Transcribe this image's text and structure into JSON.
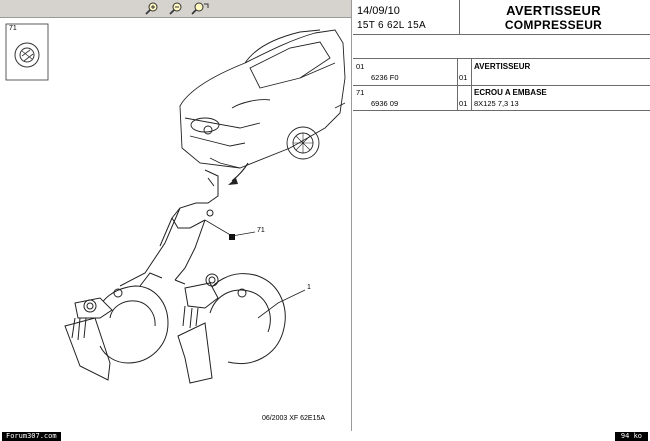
{
  "toolbar": {
    "zoom_in_icon": "zoom-in-icon",
    "zoom_out_icon": "zoom-out-icon",
    "zoom_fit_icon": "zoom-fit-icon"
  },
  "diagram": {
    "inset_label": "71",
    "callout_71": "71",
    "callout_1": "1",
    "footer_ref": "06/2003  XF 62E15A"
  },
  "header": {
    "date": "14/09/10",
    "code": "15T 6 62L 15A",
    "title": "AVERTISSEUR",
    "subtitle": "COMPRESSEUR"
  },
  "parts": [
    {
      "ref": "01",
      "part_number": "6236 F0",
      "qty": "01",
      "name": "AVERTISSEUR",
      "spec": ""
    },
    {
      "ref": "71",
      "part_number": "6936 09",
      "qty": "01",
      "name": "ECROU A EMBASE",
      "spec": "8X125 7,3 13"
    }
  ],
  "status": {
    "site": "Forum307.com",
    "size": "94 ko"
  }
}
